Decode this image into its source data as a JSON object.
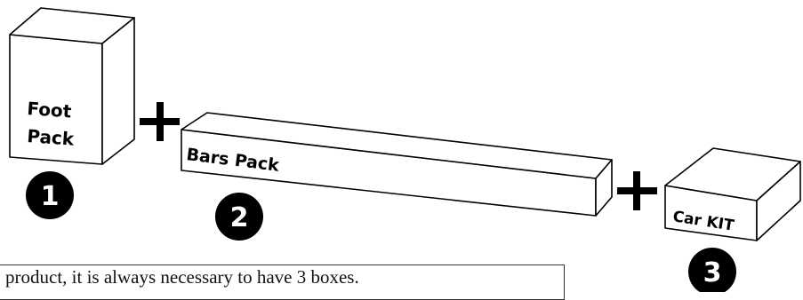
{
  "boxes": {
    "foot_pack": {
      "line1": "Foot",
      "line2": "Pack",
      "number": "1"
    },
    "bars_pack": {
      "label": "Bars Pack",
      "number": "2"
    },
    "car_kit": {
      "label": "Car KIT",
      "number": "3"
    }
  },
  "operators": {
    "plus": "+"
  },
  "note": {
    "text": "product, it is always necessary to have 3 boxes."
  },
  "colors": {
    "stroke": "#000000",
    "box_fill": "#ffffff",
    "badge_fill": "#000000",
    "badge_text": "#ffffff"
  }
}
